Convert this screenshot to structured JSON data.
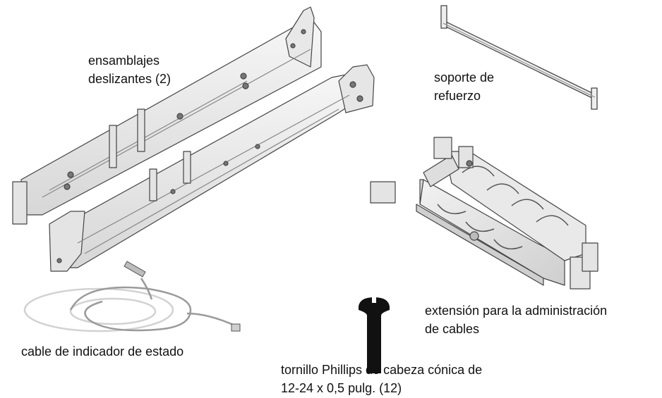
{
  "labels": {
    "slide_assemblies": {
      "line1": "ensamblajes",
      "line2": "deslizantes (2)"
    },
    "support_bracket": {
      "line1": "soporte de",
      "line2": "refuerzo"
    },
    "cable_management": {
      "line1": "extensión para la administración",
      "line2": "de cables"
    },
    "status_cable": {
      "line1": "cable de indicador de estado"
    },
    "screw": {
      "line1": "tornillo Phillips de cabeza cónica de",
      "line2": "12-24 x 0,5 pulg. (12)"
    }
  },
  "colors": {
    "metal_fill": "#ececec",
    "metal_stroke": "#444444",
    "screw": "#111111",
    "cable_light": "#cfcfcf",
    "cable_dark": "#9a9a9a"
  },
  "icons": [
    "slide-rail-assembly",
    "support-bracket",
    "cable-management-arm",
    "status-indicator-cable",
    "phillips-screw"
  ]
}
